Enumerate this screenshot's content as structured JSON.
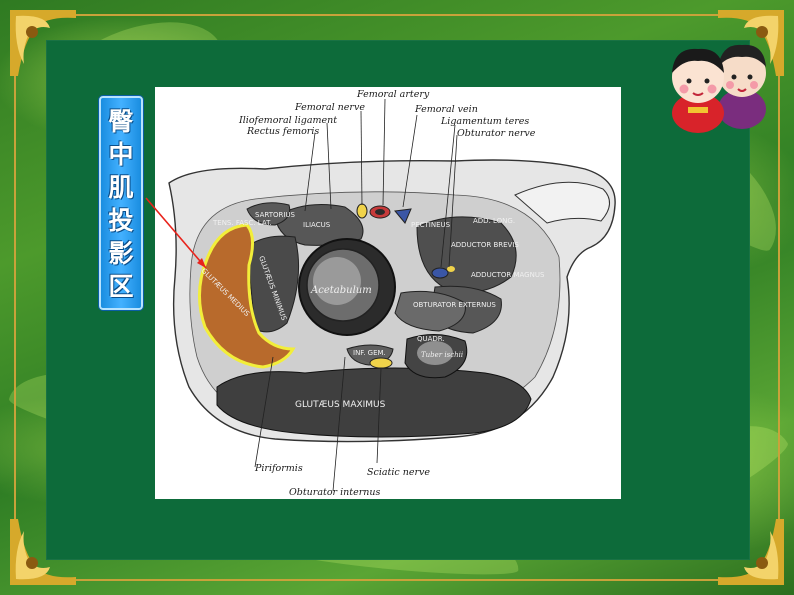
{
  "slide": {
    "title_chars": [
      "臀",
      "中",
      "肌",
      "投",
      "影",
      "区"
    ]
  },
  "figure": {
    "labels": {
      "femoral_artery": "Femoral artery",
      "femoral_nerve": "Femoral nerve",
      "femoral_vein": "Femoral vein",
      "iliofemoral_ligament": "Iliofemoral ligament",
      "rectus_femoris": "Rectus femoris",
      "ligamentum_teres": "Ligamentum teres",
      "obturator_nerve": "Obturator nerve",
      "piriformis": "Piriformis",
      "sciatic_nerve": "Sciatic nerve",
      "obturator_internus": "Obturator internus"
    },
    "inner_labels": {
      "sartorius": "SARTORIUS",
      "tens_fasc_lat": "TENS. FASC. LAT.",
      "iliacus": "ILIACUS",
      "glut_minimus": "GLUTÆUS MINIMUS",
      "gluteus_medius": "GLUTÆUS MEDIUS",
      "acetabulum": "Acetabulum",
      "pectineus": "PECTINEUS",
      "adductor_longus": "ADD. LONG.",
      "adductor_brevis": "ADDUCTOR BREVIS",
      "adductor_magnus": "ADDUCTOR MAGNUS",
      "obturator_externus": "OBTURATOR EXTERNUS",
      "inf_gem": "INF. GEM.",
      "tuber_ischii": "Tuber ischii",
      "gluteus_maximus": "GLUTÆUS MAXIMUS",
      "quadratus": "QUADR."
    }
  },
  "colors": {
    "highlight_fill": "#b86a2c",
    "highlight_outline": "#f2ee3a",
    "arrow": "#e8231c",
    "title_bg": "#2a9cf0"
  }
}
